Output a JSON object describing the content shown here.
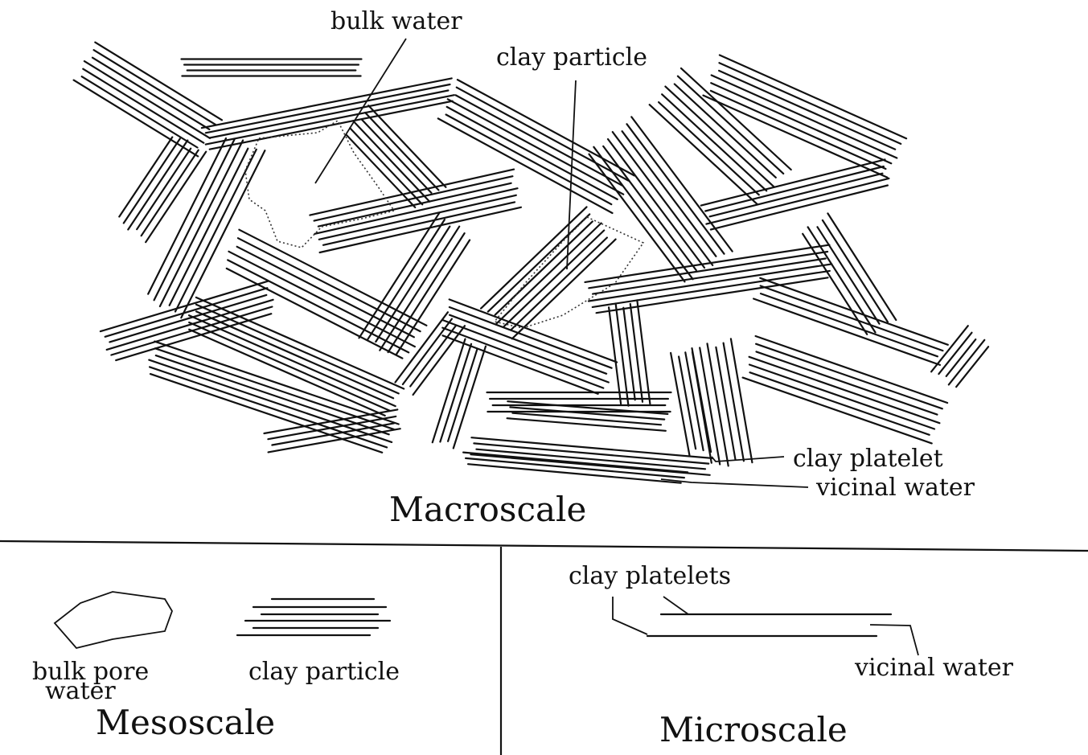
{
  "macroscale": {
    "title": "Macroscale",
    "labels": {
      "bulk_water": "bulk water",
      "clay_particle": "clay particle",
      "clay_platelet": "clay platelet",
      "vicinal_water": "vicinal water"
    }
  },
  "mesoscale": {
    "title": "Mesoscale",
    "bulk_pore_line1": "bulk pore",
    "bulk_pore_line2": "water",
    "clay_particle": "clay particle"
  },
  "microscale": {
    "title": "Microscale",
    "clay_platelets": "clay platelets",
    "vicinal_water": "vicinal water"
  }
}
